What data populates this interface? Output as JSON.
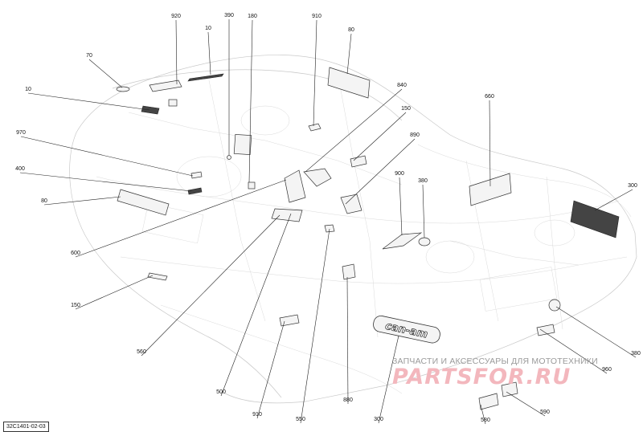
{
  "drawing_code": "32C1401-02-03",
  "watermark": {
    "subtitle": "ЗАПЧАСТИ И АКСЕССУАРЫ ДЛЯ МОТОТЕХНИКИ",
    "logo": "PARTSFOR.RU"
  },
  "brand_decal_text": "can-am",
  "callouts": [
    "920",
    "10",
    "390",
    "180",
    "910",
    "80",
    "70",
    "10",
    "840",
    "150",
    "660",
    "970",
    "890",
    "400",
    "900",
    "380",
    "300",
    "80",
    "600",
    "150",
    "380",
    "960",
    "560",
    "500",
    "910",
    "550",
    "880",
    "300",
    "590",
    "580"
  ]
}
